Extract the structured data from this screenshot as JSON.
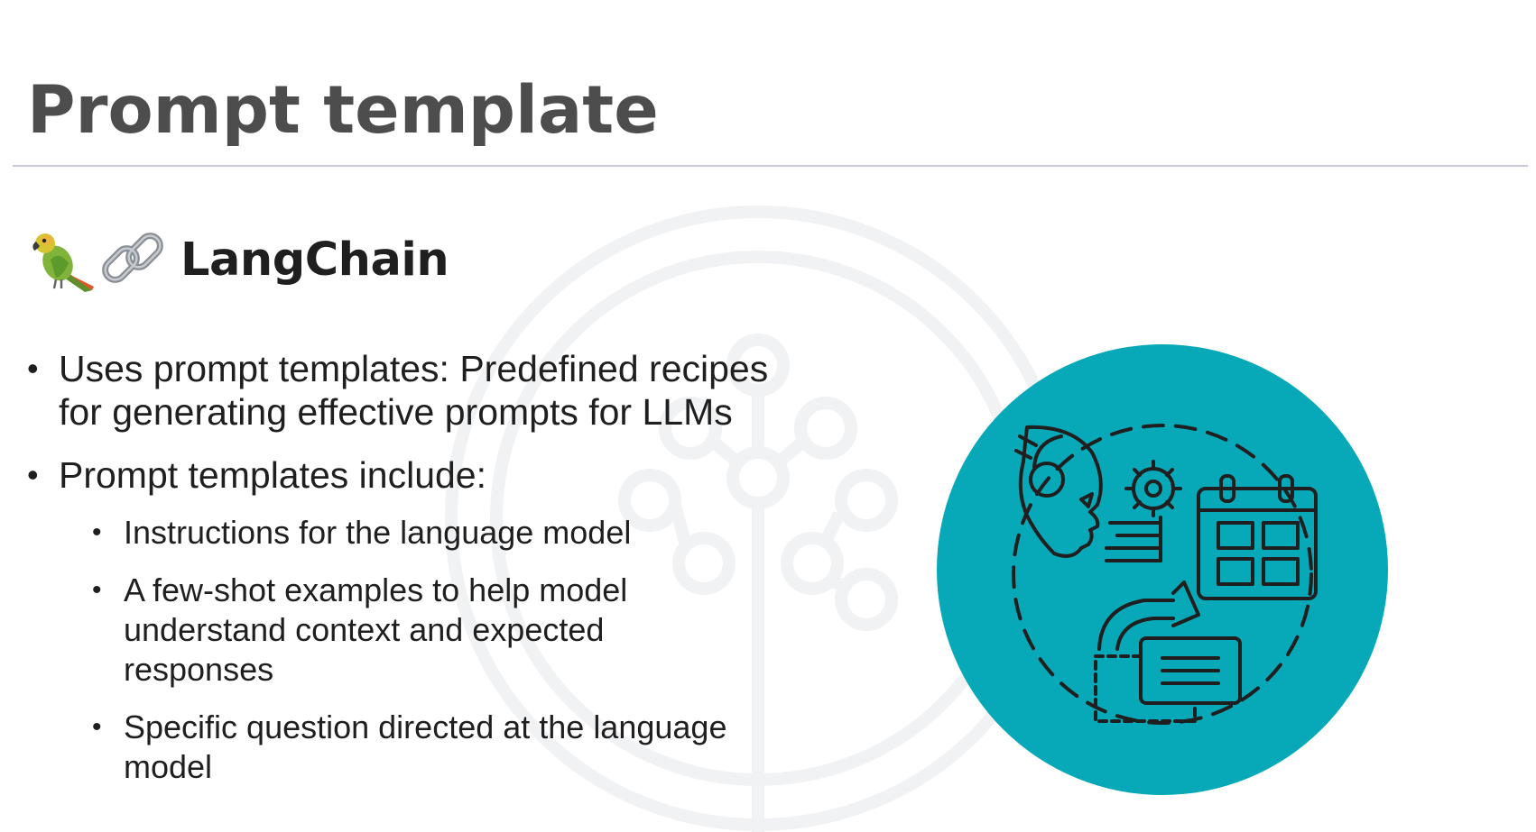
{
  "slide": {
    "title": "Prompt template",
    "brand": {
      "name": "LangChain",
      "icons": [
        "parrot-icon",
        "chain-link-icon"
      ]
    },
    "bullets": [
      {
        "text": "Uses prompt templates: Predefined recipes for generating effective prompts for LLMs"
      },
      {
        "text": "Prompt templates include:",
        "subitems": [
          "Instructions for the language model",
          "A few-shot examples to help model understand context and expected responses",
          "Specific question directed at the language model"
        ]
      }
    ],
    "bullet_glyph": "•",
    "illustration": {
      "icon": "ai-robot-calendar-document-icon",
      "circle_color": "#07a9b8",
      "line_color": "#1f1f1f"
    },
    "colors": {
      "title": "#4d4d4d",
      "text": "#1f1f1f",
      "rule": "#c6c9d6"
    }
  }
}
